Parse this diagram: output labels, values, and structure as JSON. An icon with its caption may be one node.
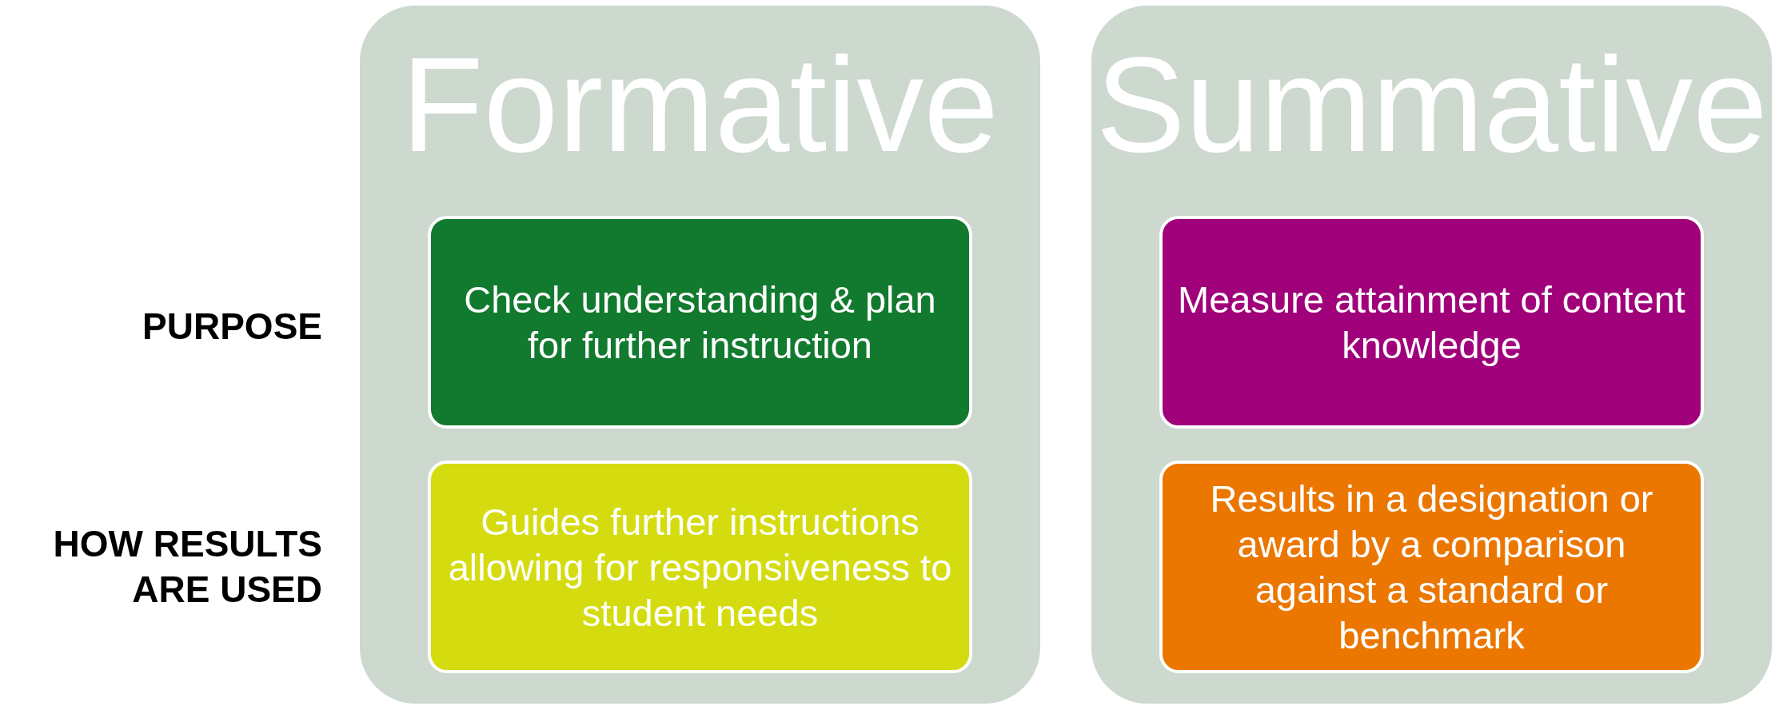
{
  "diagram": {
    "nodes": [
      {
        "text": [
          "Formative"
        ]
      },
      {
        "text": [
          "Check understanding & plan for further instruction"
        ],
        "in": 0
      },
      {
        "text": [
          "Guides further instructions allowing for responsiveness to student needs"
        ],
        "in": 0
      },
      {
        "text": [
          "Summative"
        ]
      },
      {
        "text": [
          "Measure attainment of content knowledge"
        ],
        "in": 3
      },
      {
        "text": [
          "Results in a designation or award by a comparison against a standard or benchmark"
        ],
        "in": 3
      }
    ],
    "labels": [
      "PURPOSE",
      "HOW RESULTS ARE USED"
    ]
  }
}
